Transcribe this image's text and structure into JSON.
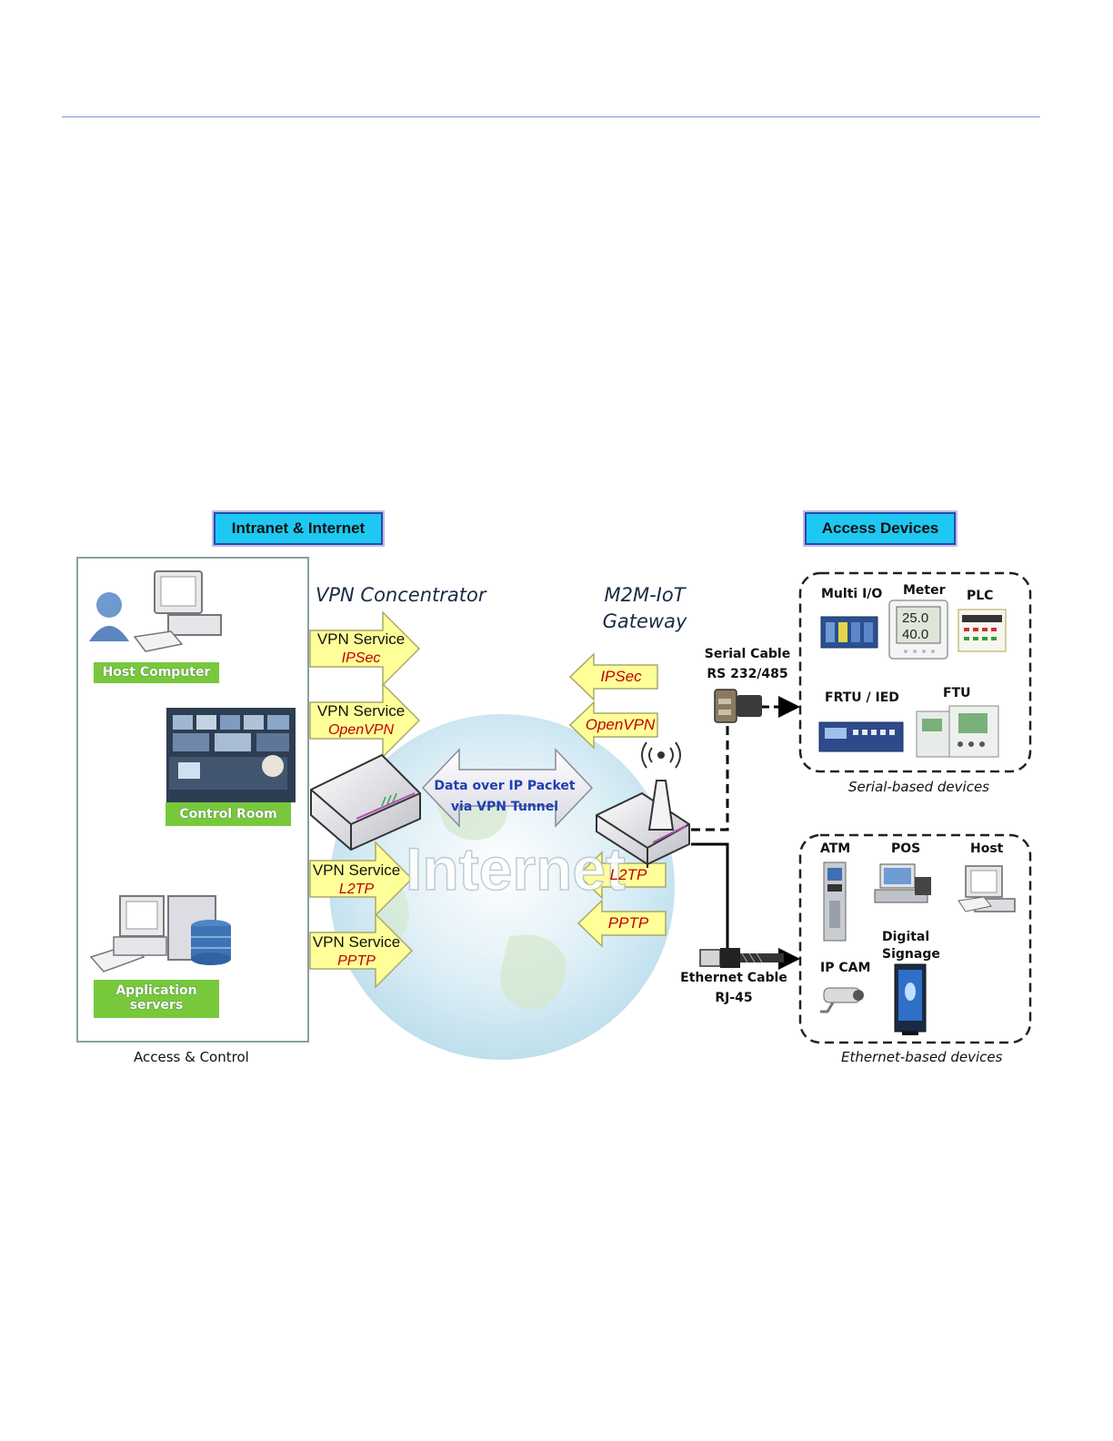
{
  "headers": {
    "left": "Intranet & Internet",
    "right": "Access Devices"
  },
  "left_panel": {
    "host_computer": "Host Computer",
    "control_room": "Control Room",
    "application_servers_line1": "Application",
    "application_servers_line2": "servers",
    "caption": "Access & Control"
  },
  "center": {
    "vpn_concentrator": "VPN Concentrator",
    "gateway_line1": "M2M-IoT",
    "gateway_line2": "Gateway",
    "tunnel_line1": "Data over IP Packet",
    "tunnel_line2": "via VPN Tunnel",
    "internet_watermark": "Internet"
  },
  "vpn_services": [
    {
      "label": "VPN Service",
      "protocol": "IPSec"
    },
    {
      "label": "VPN Service",
      "protocol": "OpenVPN"
    },
    {
      "label": "VPN Service",
      "protocol": "L2TP"
    },
    {
      "label": "VPN Service",
      "protocol": "PPTP"
    }
  ],
  "gateway_protocols": [
    "IPSec",
    "OpenVPN",
    "L2TP",
    "PPTP"
  ],
  "cables": {
    "serial_line1": "Serial Cable",
    "serial_line2": "RS 232/485",
    "ethernet_line1": "Ethernet Cable",
    "ethernet_line2": "RJ-45"
  },
  "serial_devices": {
    "multi_io": "Multi I/O",
    "meter": "Meter",
    "meter_reading1": "25.0",
    "meter_reading2": "40.0",
    "plc": "PLC",
    "frtu": "FRTU / IED",
    "ftu": "FTU",
    "caption": "Serial-based devices"
  },
  "ethernet_devices": {
    "atm": "ATM",
    "pos": "POS",
    "host": "Host",
    "digital_line1": "Digital",
    "digital_line2": "Signage",
    "ipcam": "IP CAM",
    "caption": "Ethernet-based devices"
  },
  "colors": {
    "header_bg": "#1ec8f0",
    "label_green": "#78c83c",
    "arrow_yellow": "#ffff99",
    "protocol_red": "#c00000",
    "tunnel_blue": "#1f3fb0"
  }
}
